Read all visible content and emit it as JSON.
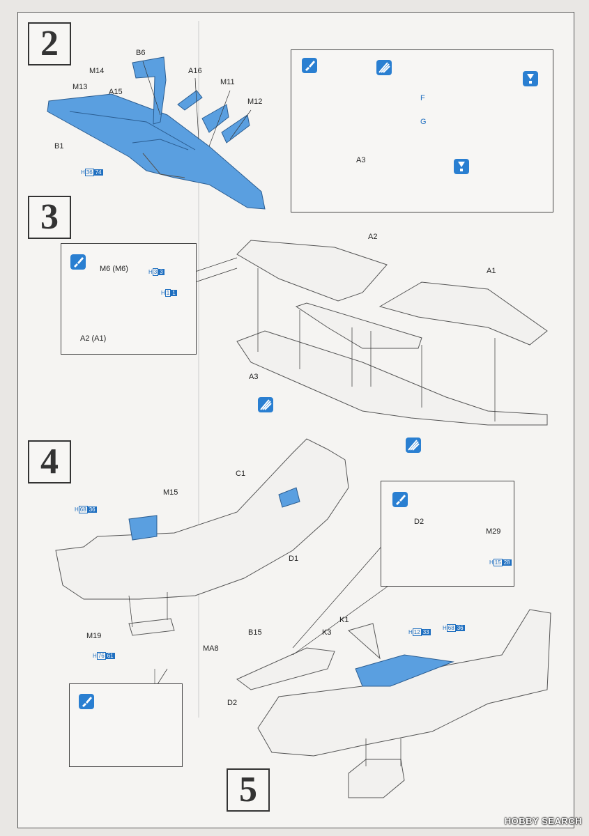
{
  "steps": {
    "s2": "2",
    "s3": "3",
    "s4": "4",
    "s5": "5"
  },
  "step2": {
    "parts": {
      "B6": "B6",
      "M14": "M14",
      "A16": "A16",
      "M13": "M13",
      "A15": "A15",
      "M11": "M11",
      "M12": "M12",
      "B1": "B1"
    },
    "ref_h": "H",
    "ref_a": "36",
    "ref_b": "74",
    "detail": {
      "F": "F",
      "G": "G",
      "A3": "A3"
    }
  },
  "step3": {
    "detail": {
      "m6": "M6 (M6)",
      "a2a1": "A2 (A1)",
      "ref1_a": "3",
      "ref1_b": "3",
      "ref2_a": "1",
      "ref2_b": "1"
    },
    "A2": "A2",
    "A1": "A1",
    "A3": "A3"
  },
  "step4": {
    "C1": "C1",
    "M15": "M15",
    "D1": "D1",
    "M19": "M19",
    "MA8": "MA8",
    "ref1_a": "68",
    "ref1_b": "36",
    "ref2_a": "76",
    "ref2_b": "61"
  },
  "step5": {
    "detail": {
      "D2": "D2",
      "M29": "M29",
      "ref_a": "15",
      "ref_b": "28"
    },
    "K1": "K1",
    "K3": "K3",
    "B15": "B15",
    "D2": "D2",
    "ref1_a": "12",
    "ref1_b": "33",
    "ref2_a": "68",
    "ref2_b": "36"
  },
  "icons": [
    "paint-brush-icon",
    "cement-glue-icon",
    "drill-hole-icon"
  ],
  "colors": {
    "part_highlight": "#5a9fe0",
    "icon_blue": "#2a7fd1"
  },
  "watermark": "HOBBY SEARCH"
}
